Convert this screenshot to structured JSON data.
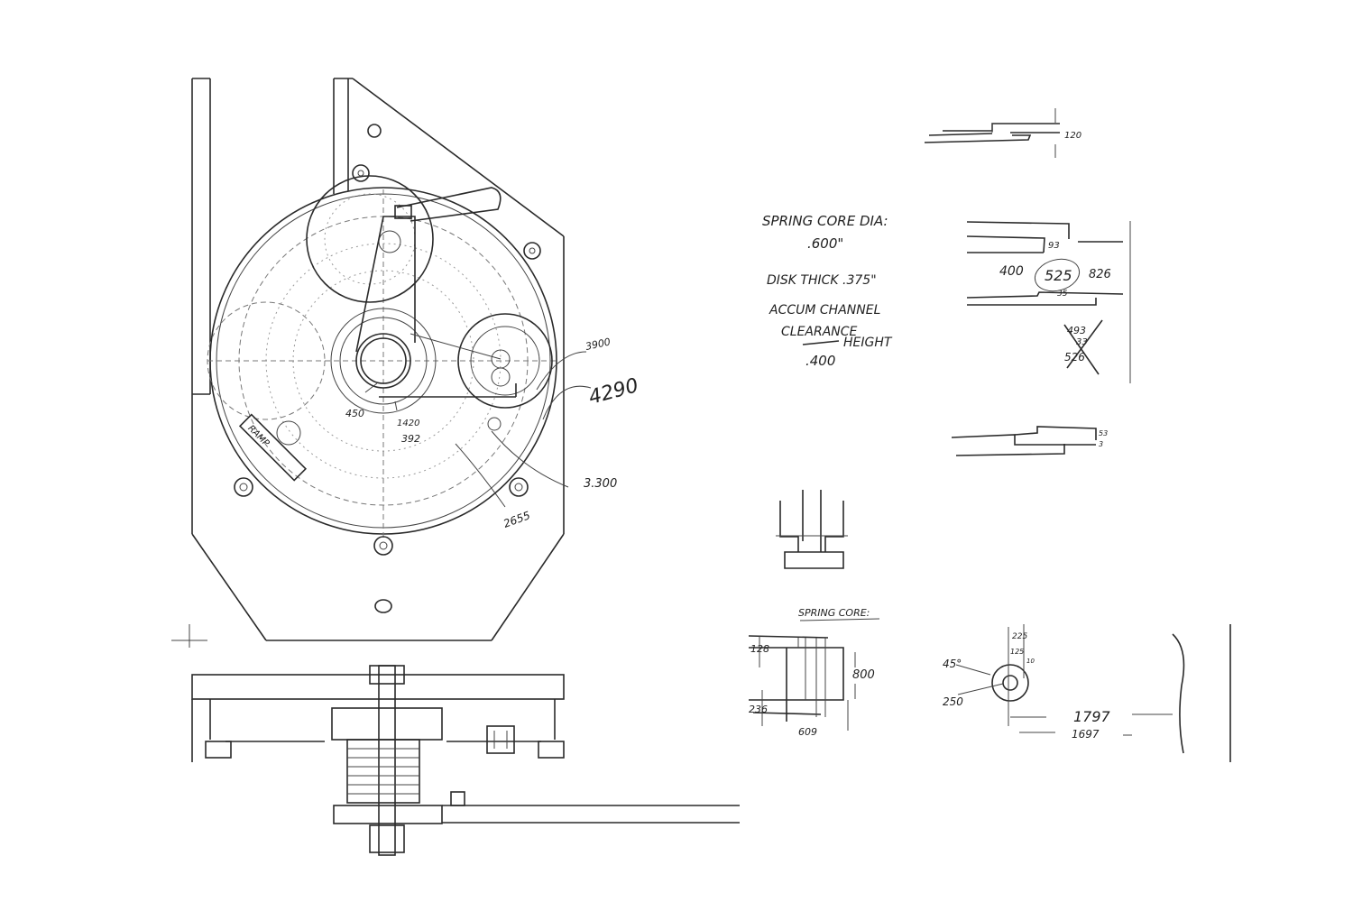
{
  "main_view": {
    "labels": {
      "ramp": "RAMP",
      "d_450": "450",
      "d_1420": "1420",
      "d_392": "392",
      "d_3900": "3900",
      "d_4290": "4290",
      "d_3300": "3.300",
      "d_2655": "2655"
    }
  },
  "notes": {
    "line1": "SPRING CORE DIA:",
    "line2": ".600\"",
    "line3": "DISK THICK .375\"",
    "line4": "ACCUM CHANNEL",
    "line5": "CLEARANCE",
    "line6": "HEIGHT",
    "line7": ".400"
  },
  "detail_top": {
    "dim": "120"
  },
  "detail_channel": {
    "d_93": "93",
    "d_400": "400",
    "d_525": "525",
    "d_826": "826",
    "d_35": "35",
    "crossed": [
      "493",
      "33",
      "526"
    ]
  },
  "detail_step": {
    "d_53": "53",
    "d_3": "3"
  },
  "spring_core": {
    "title": "SPRING CORE:",
    "d_128": "128",
    "d_800": "800",
    "d_236": "236",
    "d_609": "609"
  },
  "detail_pin": {
    "d_225": "225",
    "d_125": "125",
    "d_10": "10",
    "d_45": "45°",
    "d_250": "250",
    "d_1797": "1797",
    "d_1697": "1697"
  }
}
